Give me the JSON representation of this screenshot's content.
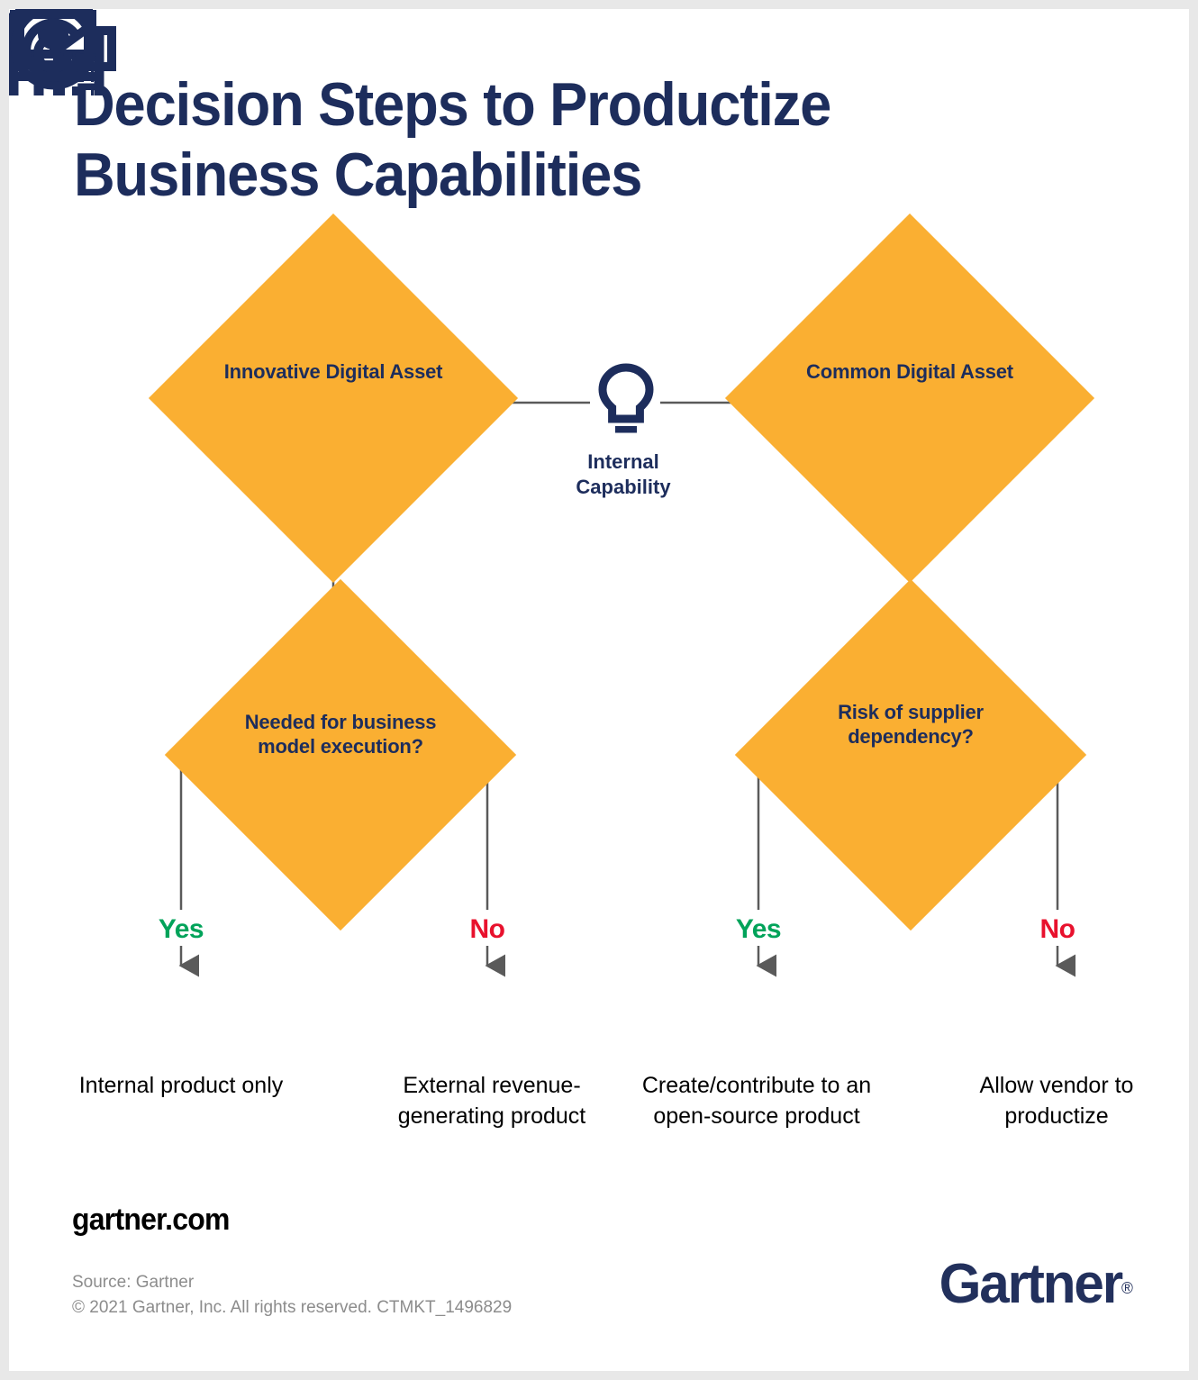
{
  "title": "Decision Steps to Productize Business Capabilities",
  "colors": {
    "navy": "#1d2d5c",
    "orange": "#faaf32",
    "green": "#00a35a",
    "red": "#e8112d",
    "connector_gray": "#5a5a5a",
    "frame_gray": "#e8e8e8"
  },
  "center": {
    "icon": "lightbulb-icon",
    "label_line1": "Internal",
    "label_line2": "Capability"
  },
  "nodes": {
    "left_asset": "Innovative Digital Asset",
    "right_asset": "Common Digital Asset",
    "left_question": "Needed for business model execution?",
    "right_question": "Risk of supplier dependency?"
  },
  "branches": [
    {
      "label": "Yes",
      "type": "yes",
      "icon": "office-building-icon",
      "caption": "Internal product only"
    },
    {
      "label": "No",
      "type": "no",
      "icon": "banknotes-money-icon",
      "caption": "External revenue-generating product"
    },
    {
      "label": "Yes",
      "type": "yes",
      "icon": "open-source-spiral-icon",
      "caption": "Create/contribute to an open-source product"
    },
    {
      "label": "No",
      "type": "no",
      "icon": "laptop-upload-icon",
      "caption": "Allow vendor to productize"
    }
  ],
  "footer": {
    "site": "gartner.com",
    "source_line1": "Source: Gartner",
    "source_line2": "© 2021 Gartner, Inc. All rights reserved. CTMKT_1496829",
    "logo_text": "Gartner",
    "logo_mark": "®"
  }
}
